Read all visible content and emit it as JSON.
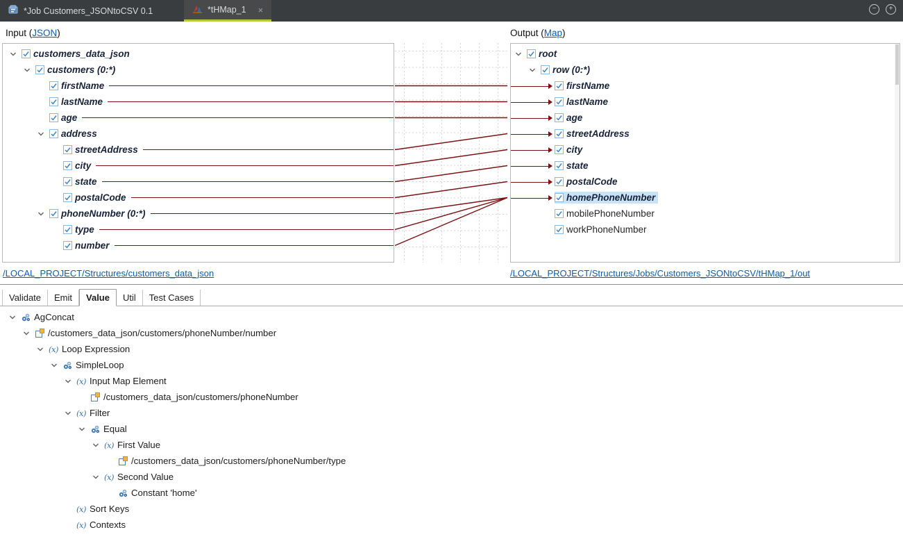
{
  "titlebar": {
    "tabs": [
      {
        "label": "*Job Customers_JSONtoCSV 0.1",
        "active": false,
        "icon": "job-icon"
      },
      {
        "label": "*tHMap_1",
        "active": true,
        "icon": "thmap-icon",
        "close": "×"
      }
    ],
    "window_controls": [
      {
        "name": "collapse",
        "glyph": "−"
      },
      {
        "name": "expand",
        "glyph": "+"
      }
    ]
  },
  "mapper": {
    "input": {
      "header_prefix": "Input (",
      "header_link": "JSON",
      "header_suffix": ")",
      "footer_link": "/LOCAL_PROJECT/Structures/customers_data_json",
      "tree": [
        {
          "label": "customers_data_json",
          "depth": 0,
          "chevron": true
        },
        {
          "label": "customers",
          "suffix": " (0:*)",
          "depth": 1,
          "chevron": true
        },
        {
          "label": "firstName",
          "depth": 2,
          "line": true
        },
        {
          "label": "lastName",
          "depth": 2,
          "line": true
        },
        {
          "label": "age",
          "depth": 2,
          "line": true
        },
        {
          "label": "address",
          "depth": 2,
          "chevron": true
        },
        {
          "label": "streetAddress",
          "depth": 3,
          "line": true
        },
        {
          "label": "city",
          "depth": 3,
          "line": true
        },
        {
          "label": "state",
          "depth": 3,
          "line": true
        },
        {
          "label": "postalCode",
          "depth": 3,
          "line": true
        },
        {
          "label": "phoneNumber",
          "suffix": " (0:*)",
          "depth": 2,
          "chevron": true,
          "line": true
        },
        {
          "label": "type",
          "depth": 3,
          "line": true
        },
        {
          "label": "number",
          "depth": 3,
          "line": true
        }
      ]
    },
    "output": {
      "header_prefix": "Output (",
      "header_link": "Map",
      "header_suffix": ")",
      "footer_link": "/LOCAL_PROJECT/Structures/Jobs/Customers_JSONtoCSV/tHMap_1/out",
      "tree": [
        {
          "label": "root",
          "depth": 0,
          "chevron": true
        },
        {
          "label": "row",
          "suffix": " (0:*)",
          "depth": 1,
          "chevron": true
        },
        {
          "label": "firstName",
          "depth": 2,
          "arrow": true
        },
        {
          "label": "lastName",
          "depth": 2,
          "arrow": true
        },
        {
          "label": "age",
          "depth": 2,
          "arrow": true
        },
        {
          "label": "streetAddress",
          "depth": 2,
          "arrow": true
        },
        {
          "label": "city",
          "depth": 2,
          "arrow": true
        },
        {
          "label": "state",
          "depth": 2,
          "arrow": true
        },
        {
          "label": "postalCode",
          "depth": 2,
          "arrow": true
        },
        {
          "label": "homePhoneNumber",
          "depth": 2,
          "arrow": true,
          "selected": true
        },
        {
          "label": "mobilePhoneNumber",
          "depth": 2,
          "plain": true
        },
        {
          "label": "workPhoneNumber",
          "depth": 2,
          "plain": true
        }
      ]
    },
    "mappings": [
      {
        "from_row": 2,
        "to_row": 2
      },
      {
        "from_row": 3,
        "to_row": 3
      },
      {
        "from_row": 4,
        "to_row": 4
      },
      {
        "from_row": 6,
        "to_row": 5
      },
      {
        "from_row": 7,
        "to_row": 6
      },
      {
        "from_row": 8,
        "to_row": 7
      },
      {
        "from_row": 9,
        "to_row": 8
      },
      {
        "from_row": 10,
        "to_row": 9
      },
      {
        "from_row": 11,
        "to_row": 9
      },
      {
        "from_row": 12,
        "to_row": 9
      }
    ]
  },
  "bottom": {
    "tabs": [
      {
        "label": "Validate",
        "active": false
      },
      {
        "label": "Emit",
        "active": false
      },
      {
        "label": "Value",
        "active": true
      },
      {
        "label": "Util",
        "active": false
      },
      {
        "label": "Test Cases",
        "active": false
      }
    ],
    "tree": [
      {
        "label": "AgConcat",
        "depth": 0,
        "icon": "gears",
        "chevron": true
      },
      {
        "label": "/customers_data_json/customers/phoneNumber/number",
        "depth": 1,
        "icon": "element",
        "chevron": true
      },
      {
        "label": "Loop Expression",
        "depth": 2,
        "icon": "function",
        "chevron": true
      },
      {
        "label": "SimpleLoop",
        "depth": 3,
        "icon": "gears",
        "chevron": true
      },
      {
        "label": "Input Map Element",
        "depth": 4,
        "icon": "function",
        "chevron": true
      },
      {
        "label": "/customers_data_json/customers/phoneNumber",
        "depth": 5,
        "icon": "element",
        "chevron": false
      },
      {
        "label": "Filter",
        "depth": 4,
        "icon": "function",
        "chevron": true
      },
      {
        "label": "Equal",
        "depth": 5,
        "icon": "gears",
        "chevron": true
      },
      {
        "label": "First Value",
        "depth": 6,
        "icon": "function",
        "chevron": true
      },
      {
        "label": "/customers_data_json/customers/phoneNumber/type",
        "depth": 7,
        "icon": "element",
        "chevron": false
      },
      {
        "label": "Second Value",
        "depth": 6,
        "icon": "function",
        "chevron": true
      },
      {
        "label": "Constant 'home'",
        "depth": 7,
        "icon": "gears",
        "chevron": false
      },
      {
        "label": "Sort Keys",
        "depth": 4,
        "icon": "function",
        "chevron": false
      },
      {
        "label": "Contexts",
        "depth": 4,
        "icon": "function",
        "chevron": false
      }
    ]
  },
  "colors": {
    "mapping_line": "#7a1113",
    "link": "#0b5cad",
    "tab_underline": "#b5c934",
    "selection_bg": "#c8e3f6",
    "tabbar_bg": "#3a3d40"
  }
}
